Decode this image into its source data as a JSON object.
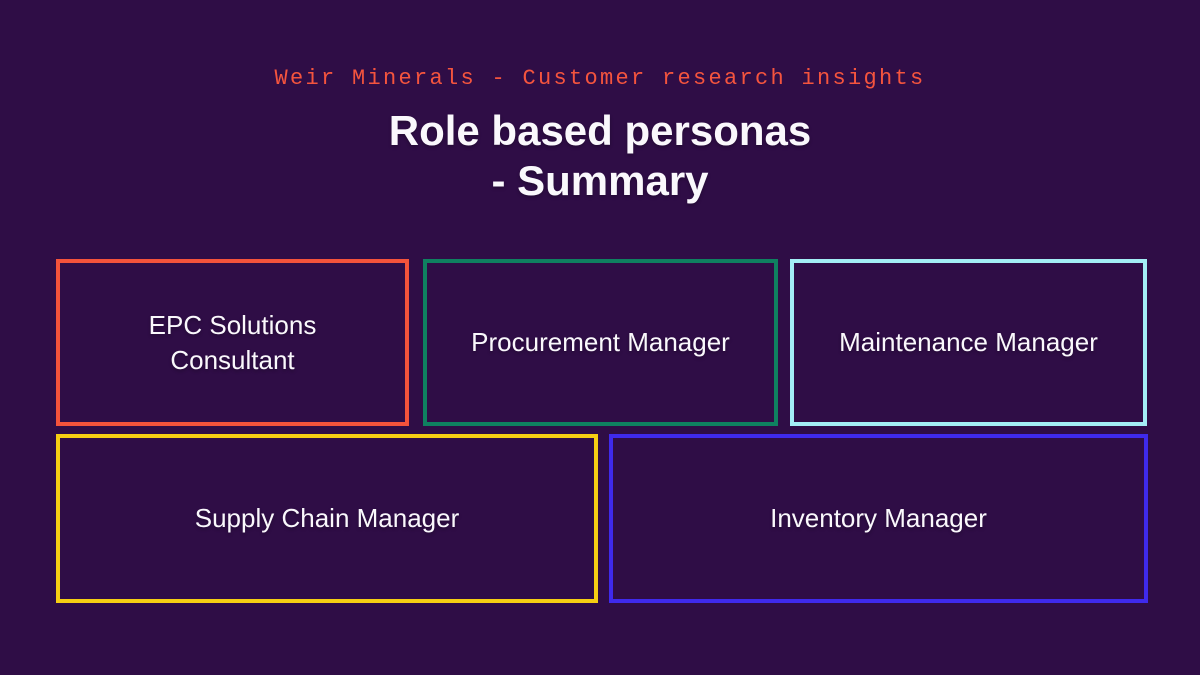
{
  "page": {
    "background_color": "#2F0D46",
    "text_color": "#FAF8FC"
  },
  "header": {
    "eyebrow": "Weir Minerals - Customer research insights",
    "eyebrow_color": "#F4543E",
    "title_line1": "Role based personas",
    "title_line2": "- Summary"
  },
  "personas": [
    {
      "label": "EPC Solutions Consultant",
      "border_color": "#F4533B"
    },
    {
      "label": "Procurement Manager",
      "border_color": "#0F8060"
    },
    {
      "label": "Maintenance Manager",
      "border_color": "#A3EDF5"
    },
    {
      "label": "Supply Chain Manager",
      "border_color": "#F6CE13"
    },
    {
      "label": "Inventory Manager",
      "border_color": "#3F2AEC"
    }
  ]
}
